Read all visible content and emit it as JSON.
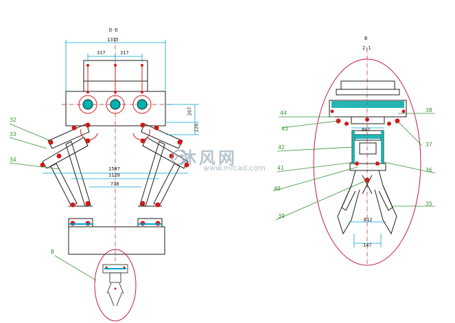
{
  "views": {
    "left_title": "D-D",
    "right_title": "B",
    "right_scale": "2:1",
    "detail_label": "B"
  },
  "dimensions": {
    "top_width": "1315",
    "pitch_left": "317",
    "pitch_right": "317",
    "height_a": "267",
    "height_b": "226",
    "span_1": "1507",
    "span_2": "1128",
    "span_3": "738",
    "bore_1": "Ø47",
    "jaw_open": "Ø12",
    "jaw_width": "147"
  },
  "part_labels": {
    "p32": "32",
    "p33": "33",
    "p34": "34",
    "p44": "44",
    "p43": "43",
    "p42": "42",
    "p41": "41",
    "p40": "40",
    "p39": "39",
    "p38": "38",
    "p37": "37",
    "p36": "36",
    "p35": "35"
  },
  "watermark": {
    "brand": "沐风网",
    "url": "www.mfcad.com"
  },
  "colors": {
    "outline": "#1a1a1a",
    "leader": "#2f8f2f",
    "dimension": "#00a0d0",
    "section_hatch": "#00a0a0",
    "parts_red": "#d01818",
    "detail_circle": "#c01848",
    "center_line": "#b02020"
  }
}
